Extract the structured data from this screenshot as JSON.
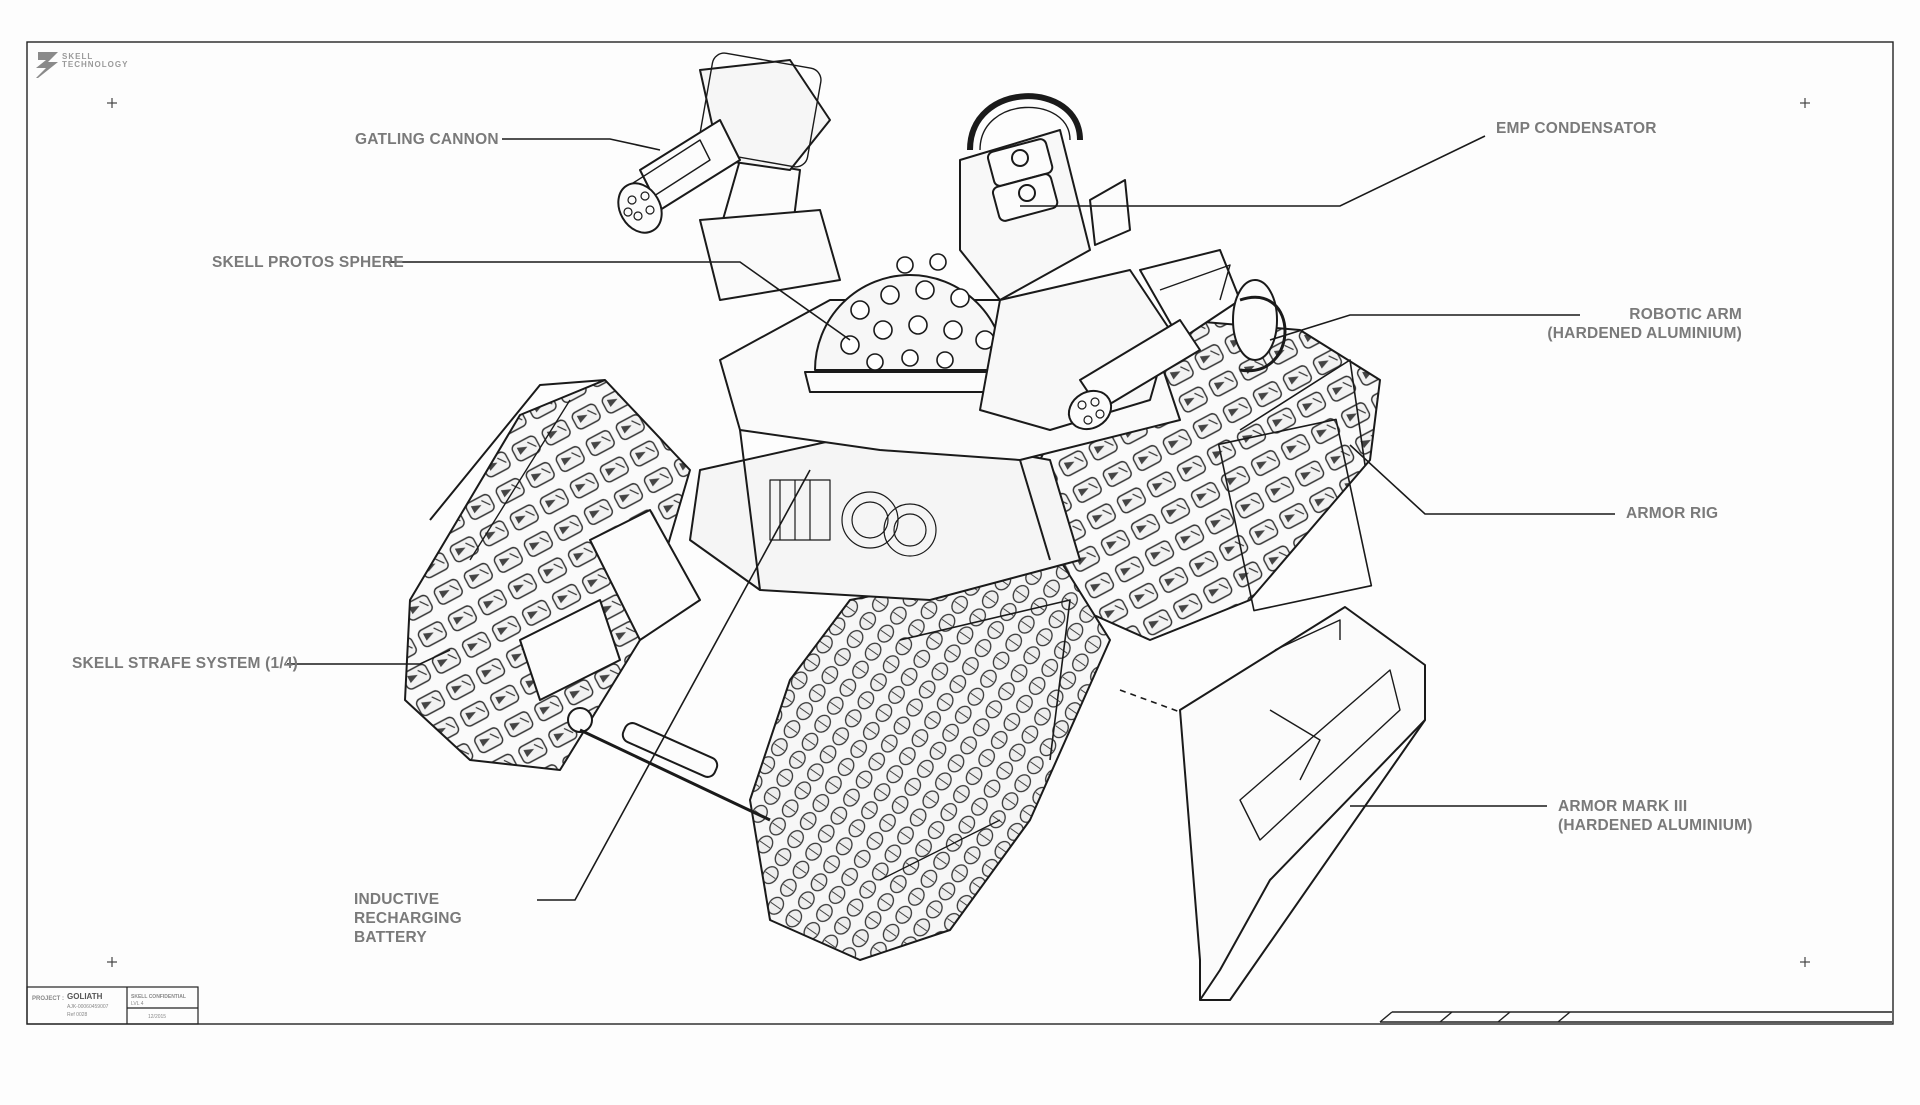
{
  "brand": {
    "line1": "SKELL",
    "line2": "TECHNOLOGY"
  },
  "callouts": {
    "gatling_cannon": "GATLING CANNON",
    "emp_condensator": "EMP CONDENSATOR",
    "skell_protos_sphere": "SKELL PROTOS SPHERE",
    "robotic_arm": [
      "ROBOTIC ARM",
      "(HARDENED ALUMINIUM)"
    ],
    "armor_rig": "ARMOR RIG",
    "skell_strafe_system": "SKELL STRAFE SYSTEM (1/4)",
    "armor_mark_iii": [
      "ARMOR MARK III",
      "(HARDENED ALUMINIUM)"
    ],
    "inductive_battery": [
      "INDUCTIVE",
      "RECHARGING",
      "BATTERY"
    ]
  },
  "title_block": {
    "project_label": "PROJECT :",
    "project_name": "GOLIATH",
    "project_code": "AJK-00060459007",
    "project_ref": "Ref 0028",
    "confidential": "SKELL CONFIDENTIAL",
    "confidential_sub": "LVL 4",
    "date": "12/2015"
  },
  "colors": {
    "line": "#1a1a1a",
    "label": "#7a7a7a",
    "paper": "#fdfdfd"
  }
}
